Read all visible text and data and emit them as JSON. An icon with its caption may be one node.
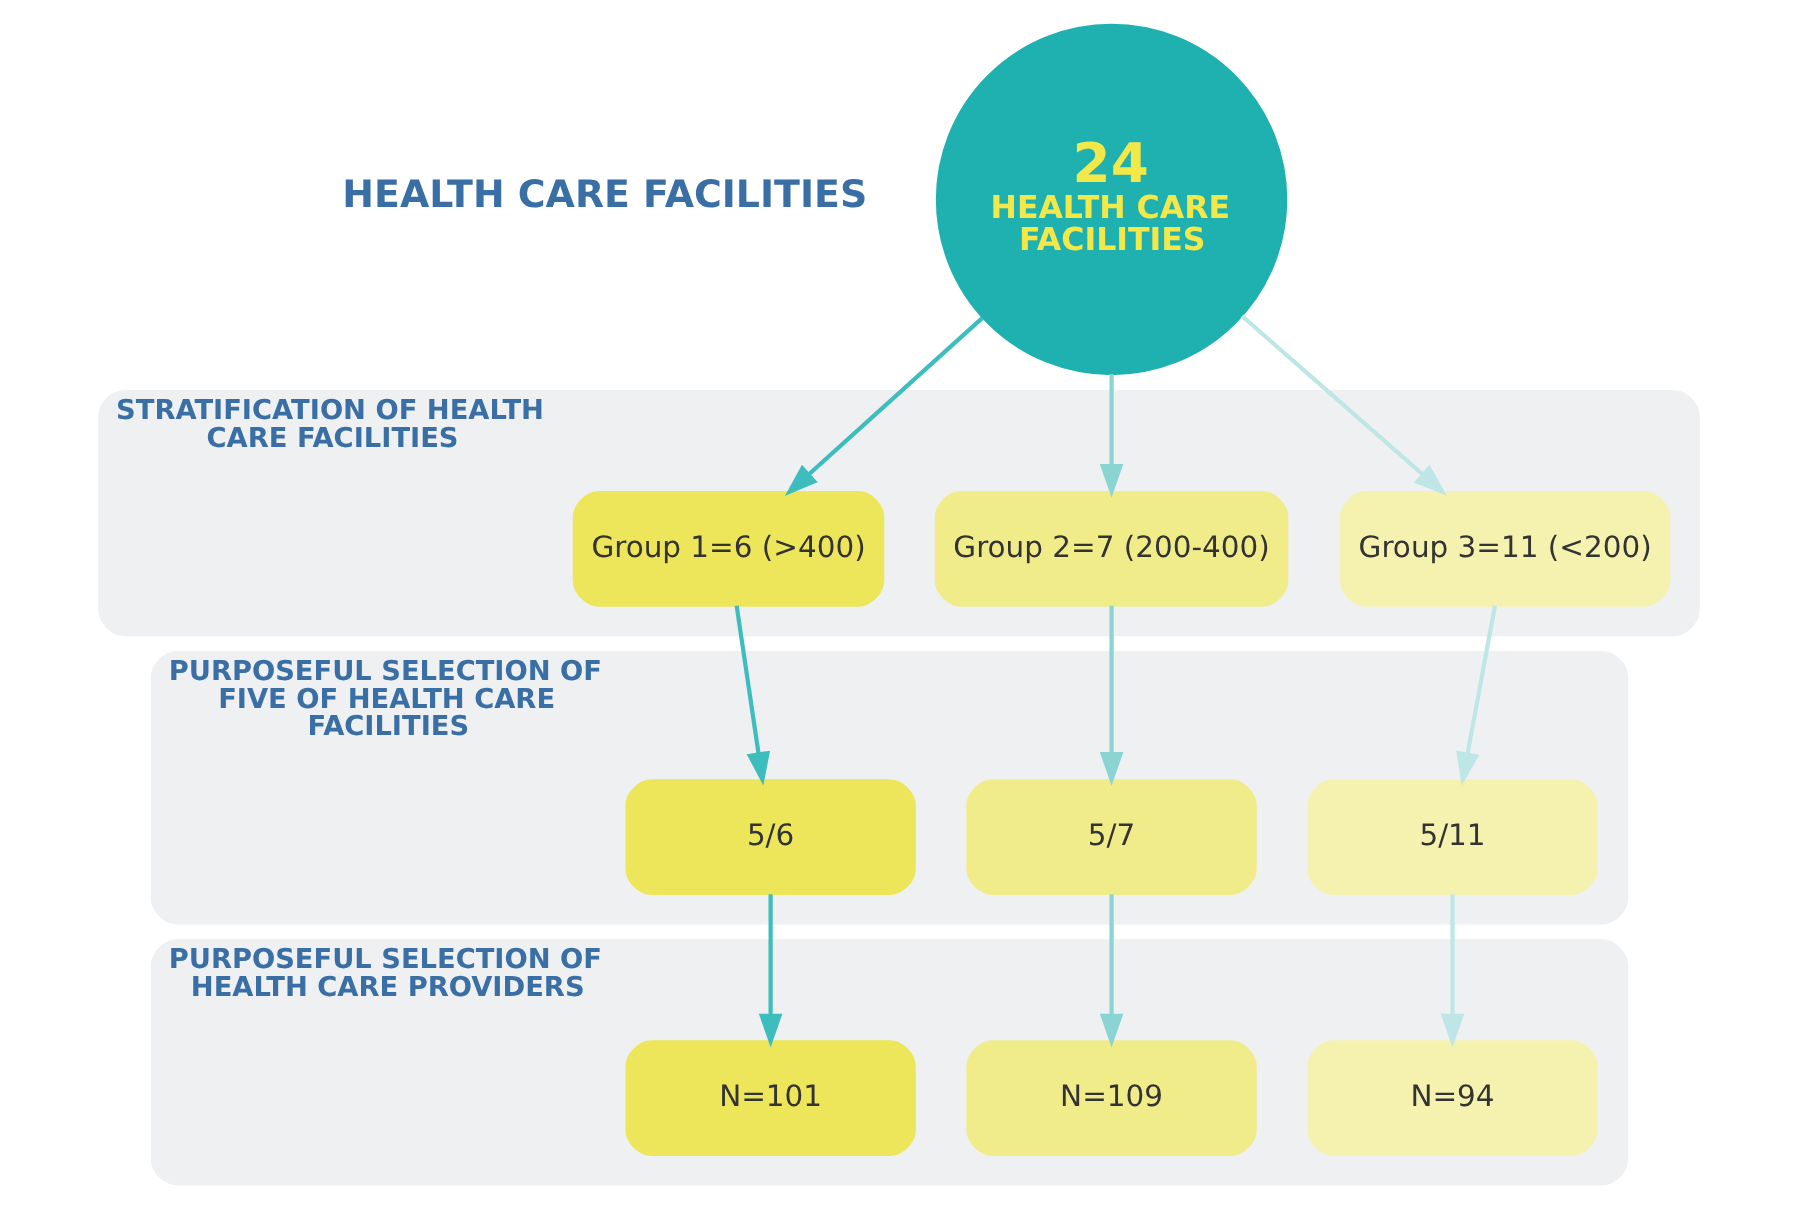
{
  "diagram": {
    "nodes": [
      {
        "text": [
          "24",
          "HEALTH CARE FACILITIES"
        ]
      },
      {
        "text": [
          "STRATIFICATION OF HEALTH CARE FACILITIES"
        ]
      },
      {
        "text": [
          "Group 1=6 (>400)"
        ],
        "in": 1
      },
      {
        "text": [
          "Group 2=7 (200-400)"
        ],
        "in": 1
      },
      {
        "text": [
          "Group 3=11 (<200)"
        ],
        "in": 1
      },
      {
        "text": [
          "PURPOSEFUL SELECTION OF FIVE OF HEALTH CARE FACILITIES"
        ]
      },
      {
        "text": [
          "5/6"
        ],
        "in": 5
      },
      {
        "text": [
          "5/7"
        ],
        "in": 5
      },
      {
        "text": [
          "5/11"
        ],
        "in": 5
      },
      {
        "text": [
          "PURPOSEFUL SELECTION OF HEALTH CARE PROVIDERS"
        ]
      },
      {
        "text": [
          "N=101"
        ],
        "in": 9
      },
      {
        "text": [
          "N=109"
        ],
        "in": 9
      },
      {
        "text": [
          "N=94"
        ],
        "in": 9
      }
    ],
    "edges": [
      {
        "from": 0,
        "to": 2,
        "arrow": "to",
        "color": "#3dbdbd"
      },
      {
        "from": 0,
        "to": 3,
        "arrow": "to",
        "color": "#8ad4d4"
      },
      {
        "from": 0,
        "to": 4,
        "arrow": "to",
        "color": "#bfe6e6"
      },
      {
        "from": 2,
        "to": 6,
        "arrow": "to",
        "color": "#3dbdbd"
      },
      {
        "from": 3,
        "to": 7,
        "arrow": "to",
        "color": "#8ad4d4"
      },
      {
        "from": 4,
        "to": 8,
        "arrow": "to",
        "color": "#bfe6e6"
      },
      {
        "from": 6,
        "to": 10,
        "arrow": "to",
        "color": "#3dbdbd"
      },
      {
        "from": 7,
        "to": 11,
        "arrow": "to",
        "color": "#8ad4d4"
      },
      {
        "from": 8,
        "to": 12,
        "arrow": "to",
        "color": "#bfe6e6"
      }
    ],
    "labels": [
      "HEALTH CARE FACILITIES"
    ]
  }
}
